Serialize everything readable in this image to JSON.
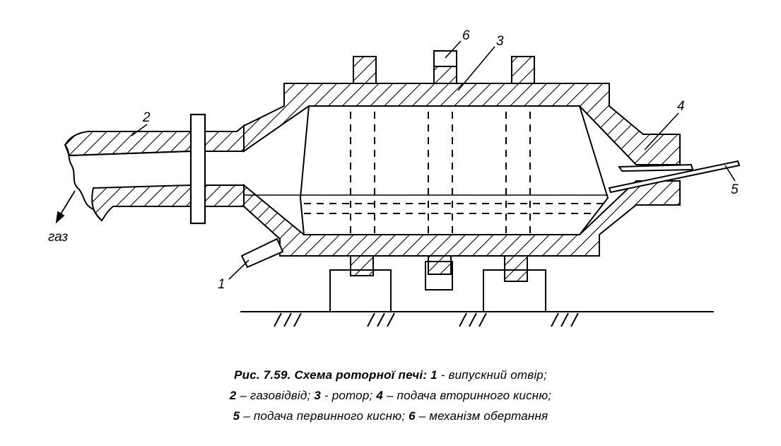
{
  "labels": {
    "gas": "газ",
    "n1": "1",
    "n2": "2",
    "n3": "3",
    "n4": "4",
    "n5": "5",
    "n6": "6"
  },
  "caption": {
    "line1_title": "Рис. 7.59. Схема роторної печі:",
    "line1_n1": "1",
    "line1_t1": "- випускний отвір;",
    "line2_n2": "2",
    "line2_t2": "– газовідвід;",
    "line2_n3": "3",
    "line2_t3": "- ротор;",
    "line2_n4": "4",
    "line2_t4": "– подача вторинного кисню;",
    "line3_n5": "5",
    "line3_t5": "– подача первинного кисню;",
    "line3_n6": "6",
    "line3_t6": "– механізм обертання"
  }
}
